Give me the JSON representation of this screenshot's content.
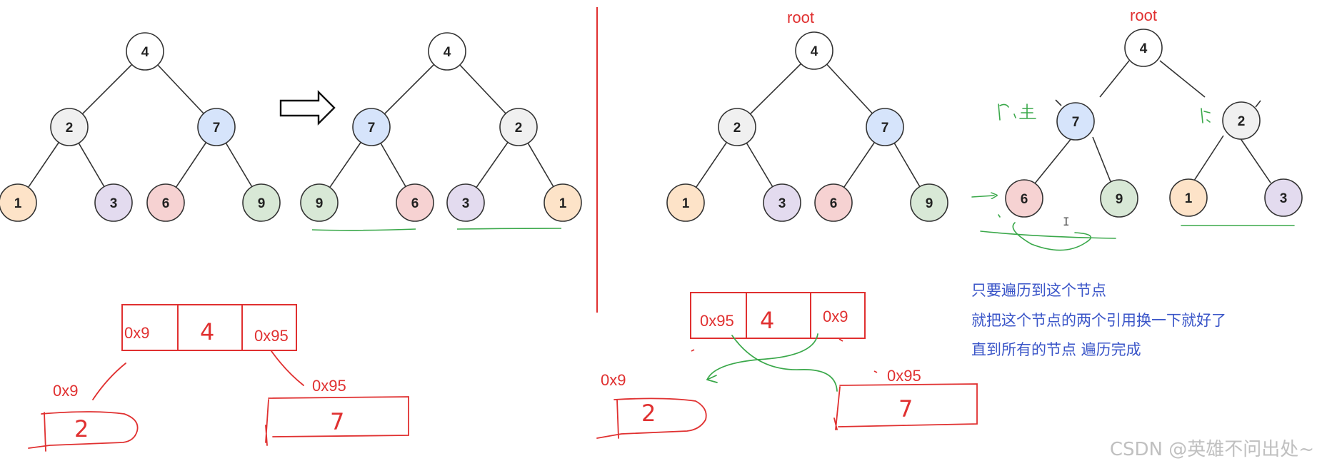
{
  "colors": {
    "white": "#ffffff",
    "gray": "#f0f0f0",
    "blue": "#d6e4fb",
    "orange": "#fde3c8",
    "purple": "#e3dbef",
    "pink": "#f6d2d2",
    "green": "#d8e8d6",
    "red_ink": "#e03030",
    "green_ink": "#3aa84a",
    "blue_ink": "#3a55c8"
  },
  "tree1": {
    "labels": [
      "4",
      "2",
      "7",
      "1",
      "3",
      "6",
      "9"
    ]
  },
  "tree2": {
    "labels": [
      "4",
      "7",
      "2",
      "9",
      "6",
      "3",
      "1"
    ]
  },
  "tree3": {
    "root_label": "root",
    "labels": [
      "4",
      "2",
      "7",
      "1",
      "3",
      "6",
      "9"
    ]
  },
  "tree4": {
    "root_label": "root",
    "labels": [
      "4",
      "7",
      "2",
      "6",
      "9",
      "1",
      "3"
    ]
  },
  "memory_left": {
    "cells": [
      "0x9",
      "4",
      "0x95"
    ],
    "left_ptr": "0x9",
    "right_ptr": "0x95",
    "left_value": "2",
    "right_value": "7"
  },
  "memory_right": {
    "cells": [
      "0x95",
      "4",
      "0x9"
    ],
    "left_ptr": "0x9",
    "right_ptr": "0x95",
    "left_value": "2",
    "right_value": "7"
  },
  "notes": [
    "只要遍历到这个节点",
    "就把这个节点的两个引用换一下就好了",
    "直到所有的节点 遍历完成"
  ],
  "watermark": "CSDN @英雄不问出处~"
}
